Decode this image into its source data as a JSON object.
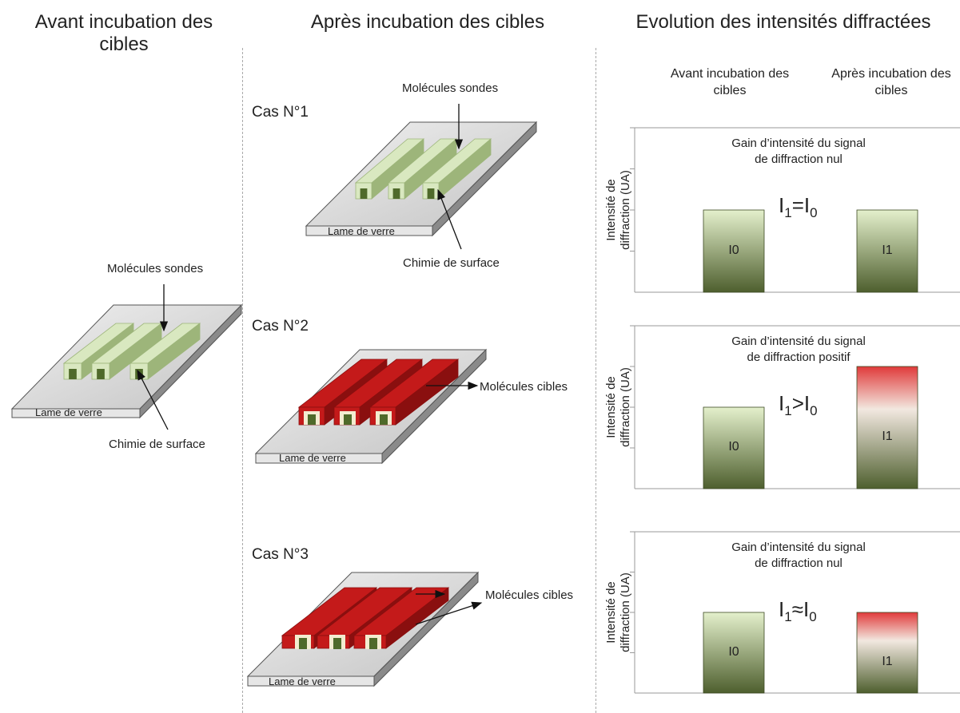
{
  "columns": {
    "before_title": "Avant incubation des cibles",
    "after_title": "Après incubation des cibles",
    "evolution_title": "Evolution des intensités diffractées"
  },
  "left_diagram": {
    "probe_label": "Molécules sondes",
    "chem_label": "Chimie de surface",
    "slide_label": "Lame de verre"
  },
  "cases": [
    {
      "label": "Cas N°1",
      "probe_label": "Molécules sondes",
      "chem_label": "Chimie de surface",
      "slide_label": "Lame de verre"
    },
    {
      "label": "Cas N°2",
      "target_label": "Molécules cibles",
      "slide_label": "Lame de verre"
    },
    {
      "label": "Cas N°3",
      "target_label": "Molécules cibles",
      "slide_label": "Lame de verre"
    }
  ],
  "evolution_headers": {
    "before": "Avant incubation des cibles",
    "after": "Après incubation des cibles"
  },
  "chart_data": [
    {
      "type": "bar",
      "title": "Gain d’intensité du signal de diffraction nul",
      "title_lines": [
        "Gain d’intensité du signal",
        "de diffraction nul"
      ],
      "formula": {
        "a": "I",
        "a_sub": "1",
        "op": "=",
        "b": "I",
        "b_sub": "0"
      },
      "ylabel_lines": [
        "Intensité de",
        "diffraction (UA)"
      ],
      "categories": [
        "I0",
        "I1"
      ],
      "values": [
        2,
        2
      ],
      "ylim": [
        0,
        4
      ],
      "colors": {
        "base": "#4e5f2e",
        "light": "#e4f0cc",
        "accent": "#e03a3a"
      }
    },
    {
      "type": "bar",
      "title": "Gain d’intensité du signal de diffraction positif",
      "title_lines": [
        "Gain d’intensité du signal",
        "de diffraction positif"
      ],
      "formula": {
        "a": "I",
        "a_sub": "1",
        "op": ">",
        "b": "I",
        "b_sub": "0"
      },
      "ylabel_lines": [
        "Intensité de",
        "diffraction (UA)"
      ],
      "categories": [
        "I0",
        "I1"
      ],
      "values": [
        2,
        3
      ],
      "ylim": [
        0,
        4
      ],
      "colors": {
        "base": "#4e5f2e",
        "light": "#e4f0cc",
        "accent": "#e03a3a"
      }
    },
    {
      "type": "bar",
      "title": "Gain d’intensité du signal de diffraction nul",
      "title_lines": [
        "Gain d’intensité du signal",
        "de diffraction nul"
      ],
      "formula": {
        "a": "I",
        "a_sub": "1",
        "op": "≈",
        "b": "I",
        "b_sub": "0"
      },
      "ylabel_lines": [
        "Intensité de",
        "diffraction (UA)"
      ],
      "categories": [
        "I0",
        "I1"
      ],
      "values": [
        2,
        2
      ],
      "ylim": [
        0,
        4
      ],
      "colors": {
        "base": "#4e5f2e",
        "light": "#e4f0cc",
        "accent": "#e03a3a"
      }
    }
  ],
  "colors": {
    "slide_top": "#d8d8d8",
    "slide_side": "#8a8a8a",
    "probe_light": "#d9e8c0",
    "probe_dark": "#4f6a2a",
    "target_red": "#c41a1a",
    "target_dark": "#8a0f0f"
  }
}
